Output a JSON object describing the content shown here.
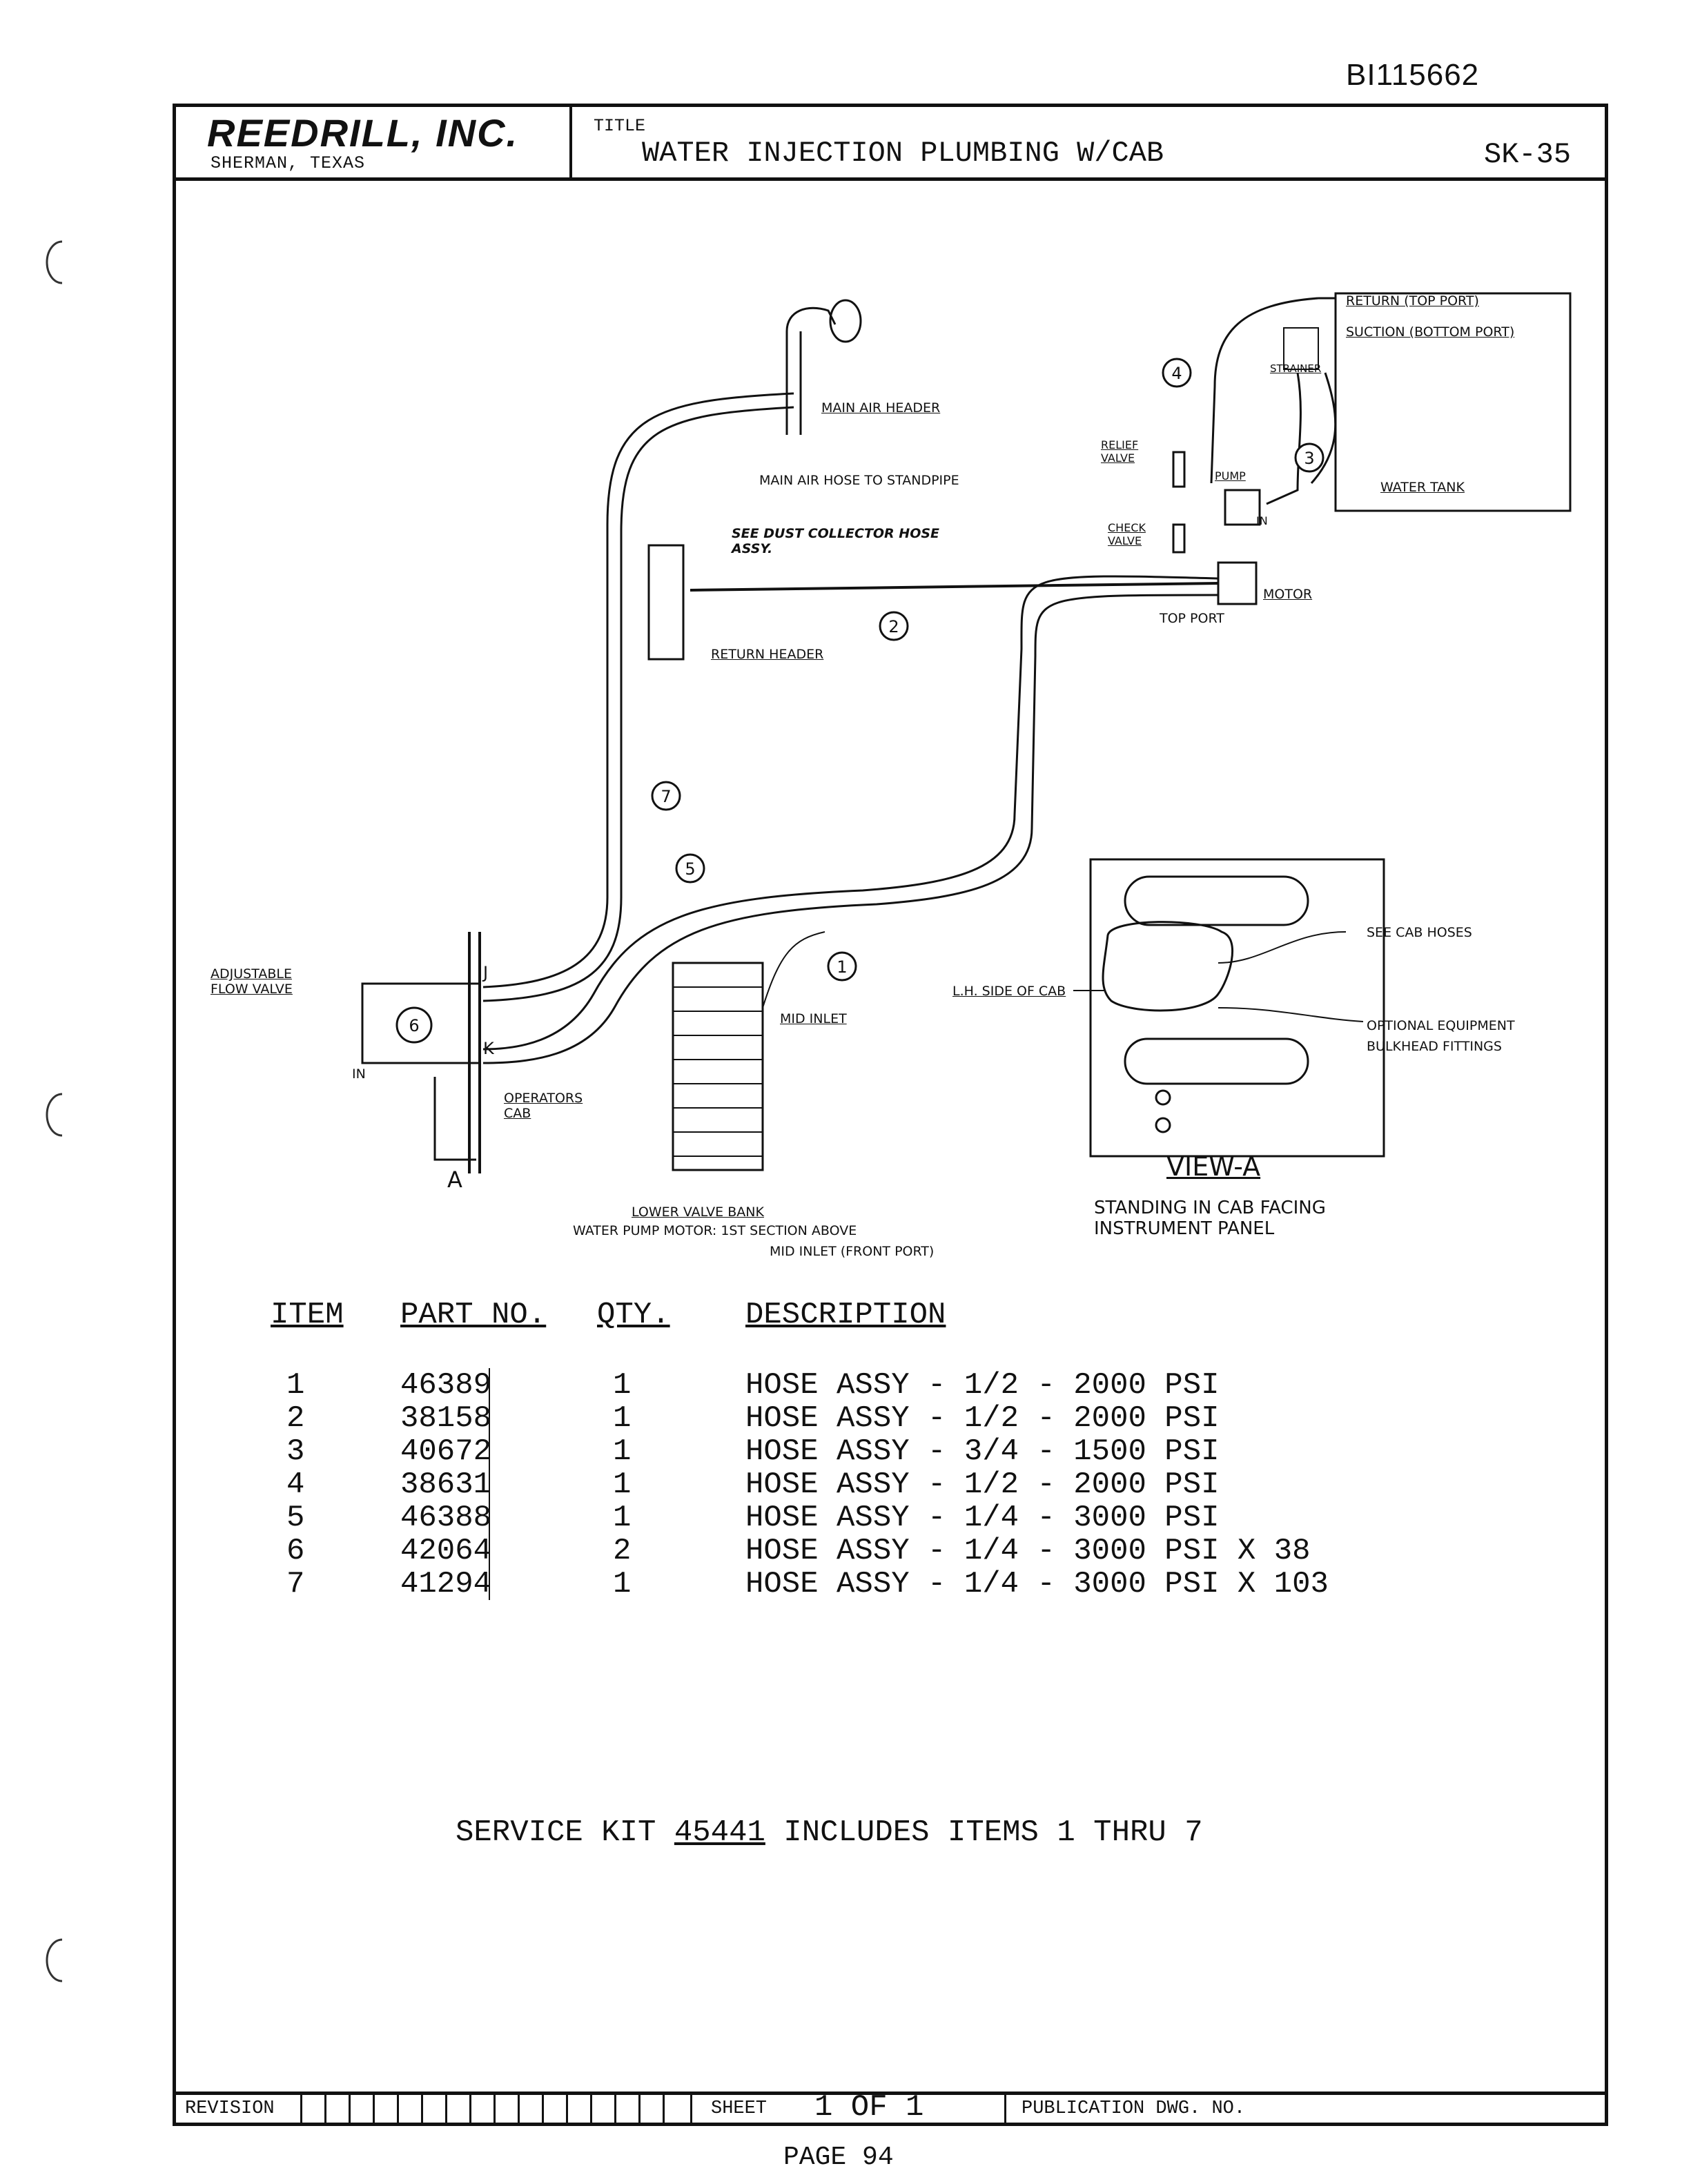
{
  "doc_id": "BI115662",
  "title_block": {
    "company": "REEDRILL, INC.",
    "location": "SHERMAN, TEXAS",
    "title_caption": "TITLE",
    "title": "WATER INJECTION PLUMBING W/CAB",
    "drawing_no": "SK-35"
  },
  "diagram_labels": {
    "return_top_port": "RETURN (TOP PORT)",
    "suction_bottom_port": "SUCTION (BOTTOM PORT)",
    "strainer": "STRAINER",
    "water_tank": "WATER TANK",
    "relief_valve": "RELIEF VALVE",
    "pump": "PUMP",
    "in": "IN",
    "check_valve": "CHECK VALVE",
    "motor": "MOTOR",
    "top_port": "TOP PORT",
    "main_air_header": "MAIN AIR HEADER",
    "main_air_hose": "MAIN AIR HOSE TO STANDPIPE",
    "dust_collector": "SEE DUST COLLECTOR HOSE ASSY.",
    "return_header": "RETURN HEADER",
    "adjustable_flow_valve": "ADJUSTABLE FLOW VALVE",
    "port_j": "J",
    "port_k": "K",
    "port_in": "IN",
    "operators_cab": "OPERATORS CAB",
    "section_a": "A",
    "mid_inlet": "MID INLET",
    "lower_valve_bank": "LOWER VALVE BANK",
    "water_pump_motor_note_1": "WATER PUMP MOTOR: 1ST SECTION ABOVE",
    "water_pump_motor_note_2": "MID INLET (FRONT PORT)",
    "lh_side_of_cab": "L.H. SIDE OF CAB",
    "see_cab_hoses": "SEE CAB HOSES",
    "optional_equipment_1": "OPTIONAL EQUIPMENT",
    "optional_equipment_2": "BULKHEAD FITTINGS",
    "view_a": "VIEW-A",
    "standing_1": "STANDING IN CAB FACING",
    "standing_2": "INSTRUMENT PANEL",
    "callouts": [
      "1",
      "2",
      "3",
      "4",
      "5",
      "6",
      "7"
    ]
  },
  "parts_table": {
    "headers": [
      "ITEM",
      "PART NO.",
      "QTY.",
      "DESCRIPTION"
    ],
    "rows": [
      {
        "item": "1",
        "part_no": "46389",
        "qty": "1",
        "description": "HOSE ASSY - 1/2 - 2000 PSI"
      },
      {
        "item": "2",
        "part_no": "38158",
        "qty": "1",
        "description": "HOSE ASSY - 1/2 - 2000 PSI"
      },
      {
        "item": "3",
        "part_no": "40672",
        "qty": "1",
        "description": "HOSE ASSY - 3/4 - 1500 PSI"
      },
      {
        "item": "4",
        "part_no": "38631",
        "qty": "1",
        "description": "HOSE ASSY - 1/2 - 2000 PSI"
      },
      {
        "item": "5",
        "part_no": "46388",
        "qty": "1",
        "description": "HOSE ASSY - 1/4 - 3000 PSI"
      },
      {
        "item": "6",
        "part_no": "42064",
        "qty": "2",
        "description": "HOSE ASSY - 1/4 - 3000 PSI X 38"
      },
      {
        "item": "7",
        "part_no": "41294",
        "qty": "1",
        "description": "HOSE ASSY - 1/4 - 3000 PSI X 103"
      }
    ]
  },
  "service_kit": {
    "prefix": "SERVICE KIT ",
    "kit_no": "45441",
    "suffix": " INCLUDES ITEMS 1 THRU 7"
  },
  "footer": {
    "revision": "REVISION",
    "sheet_label": "SHEET",
    "sheet_value": "1 OF 1",
    "publication": "PUBLICATION DWG. NO.",
    "page": "PAGE 94"
  }
}
